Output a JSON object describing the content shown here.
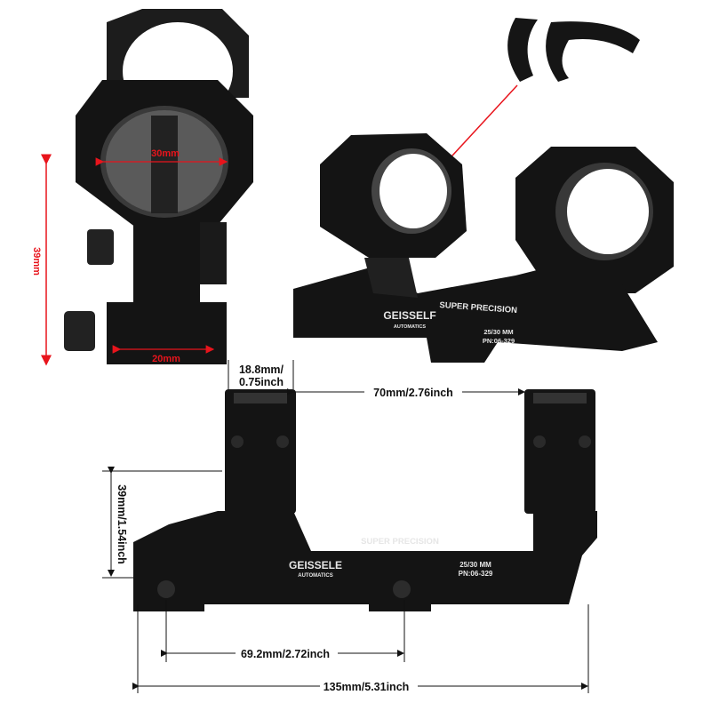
{
  "colors": {
    "annotation_red": "#e8141c",
    "dimension_black": "#111111",
    "product_black": "#141414"
  },
  "side_view": {
    "ring_diameter": "30mm",
    "height": "39mm",
    "rail_width": "20mm"
  },
  "top_mount_engraving": {
    "model": "SUPER PRECISION",
    "brand": "GEISSELF",
    "brand_sub": "AUTOMATICS",
    "size": "25/30  MM",
    "part_number": "PN:06-329"
  },
  "bottom_mount_engraving": {
    "model": "SUPER PRECISION",
    "brand": "GEISSELE",
    "brand_sub": "AUTOMATICS",
    "size": "25/30  MM",
    "part_number": "PN:06-329"
  },
  "dimensions": {
    "ring_width_line1": "18.8mm/",
    "ring_width_line2": "0.75inch",
    "ring_spacing": "70mm/2.76inch",
    "height": "39mm/1.54inch",
    "clamp_spacing": "69.2mm/2.72inch",
    "overall_length": "135mm/5.31inch"
  }
}
